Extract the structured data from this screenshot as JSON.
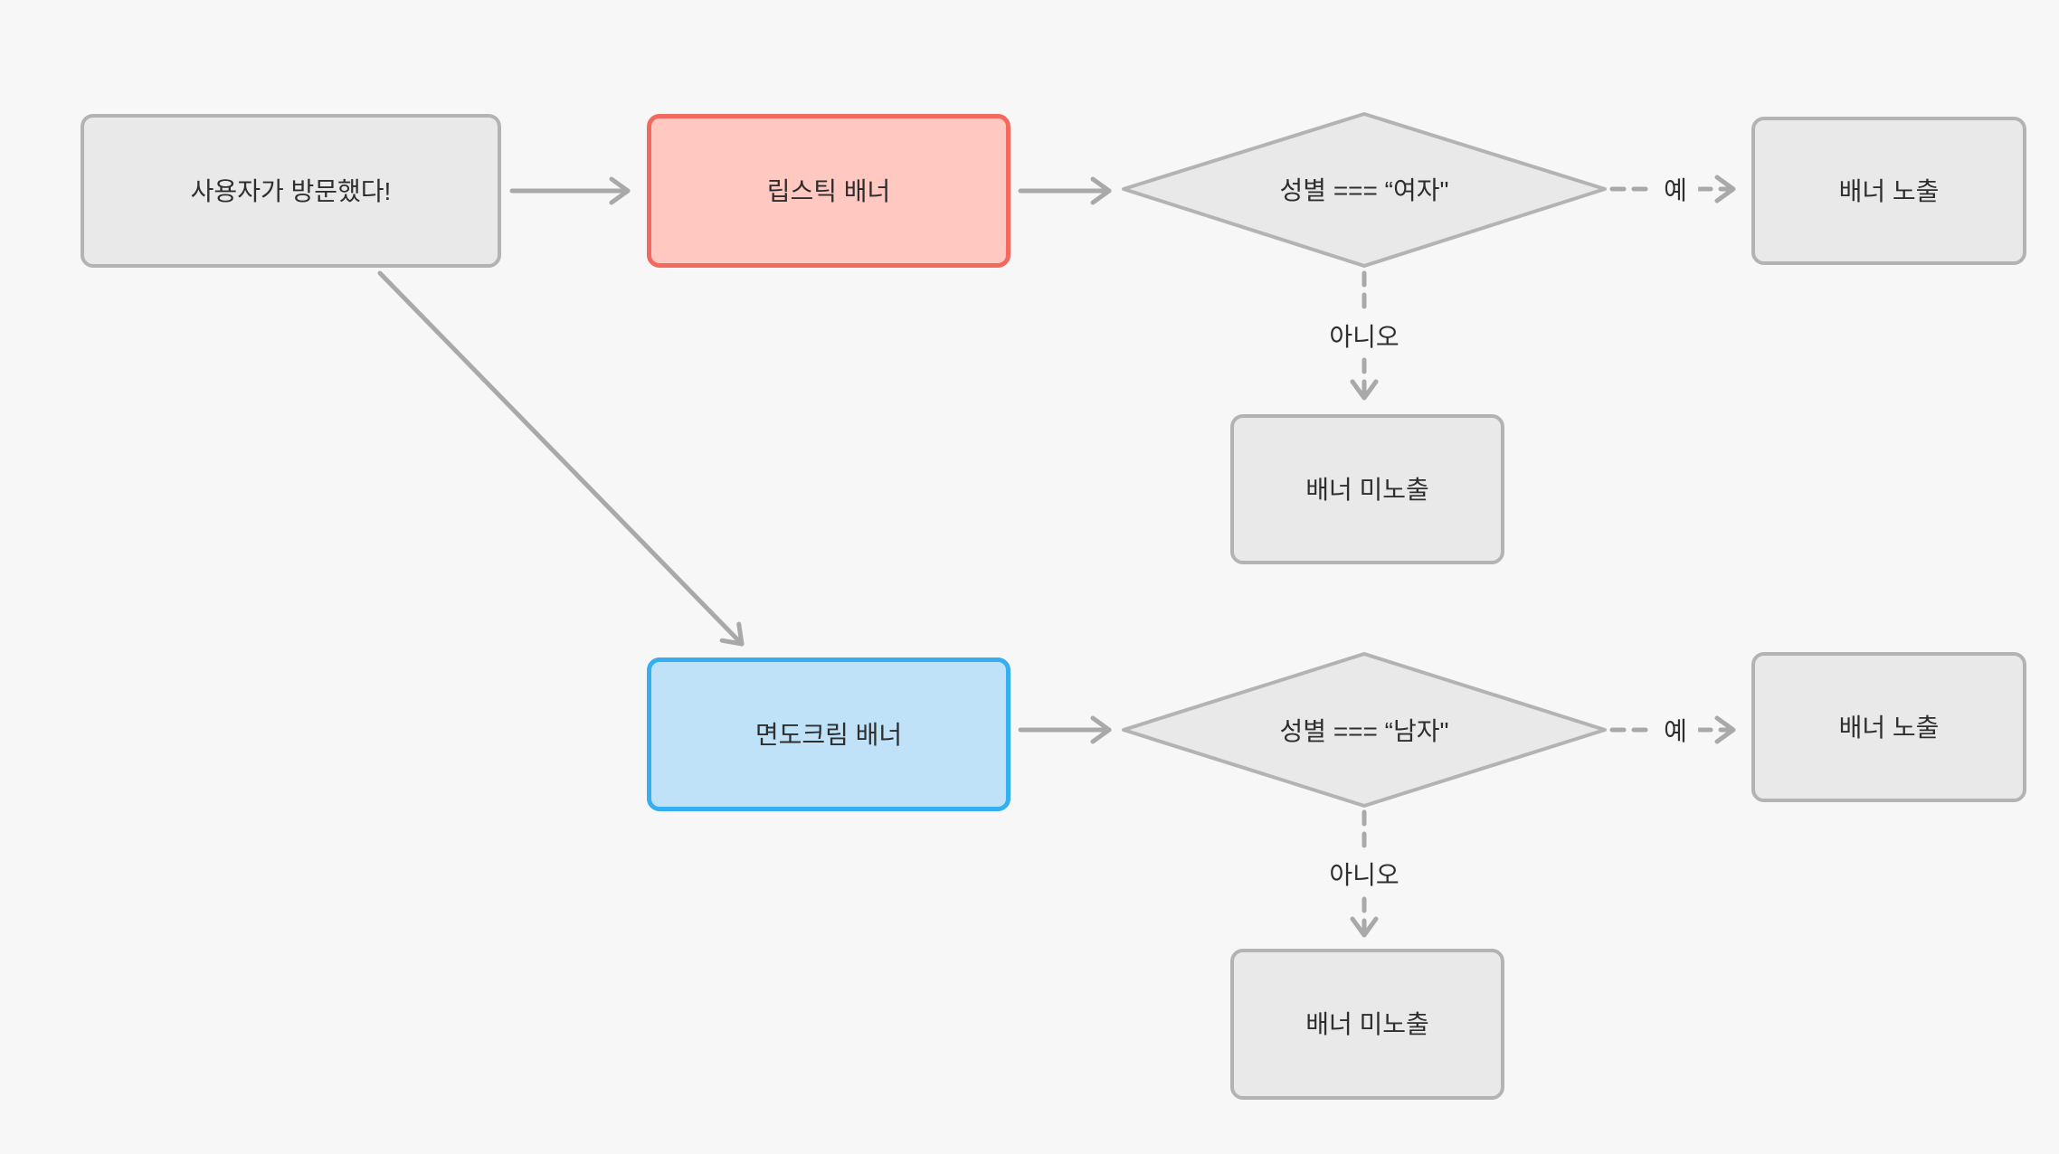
{
  "colors": {
    "background": "#f7f7f8",
    "node_fill": "#e9e9e9",
    "node_border": "#b3b3b3",
    "red_fill": "#ffc9c2",
    "red_border": "#f4695e",
    "blue_fill": "#bfe2f8",
    "blue_border": "#36aff0",
    "arrow": "#a9a9a9",
    "text": "#2e2e2e"
  },
  "nodes": {
    "start": {
      "label": "사용자가 방문했다!"
    },
    "lipstick_banner": {
      "label": "립스틱 배너"
    },
    "cond_female": {
      "label": "성별 === “여자\""
    },
    "show_banner_top": {
      "label": "배너 노출"
    },
    "hide_banner_top": {
      "label": "배너 미노출"
    },
    "shaving_cream_banner": {
      "label": "면도크림 배너"
    },
    "cond_male": {
      "label": "성별 === “남자\""
    },
    "show_banner_bottom": {
      "label": "배너 노출"
    },
    "hide_banner_bottom": {
      "label": "배너 미노출"
    }
  },
  "edge_labels": {
    "yes_top": "예",
    "no_top": "아니오",
    "yes_bottom": "예",
    "no_bottom": "아니오"
  }
}
